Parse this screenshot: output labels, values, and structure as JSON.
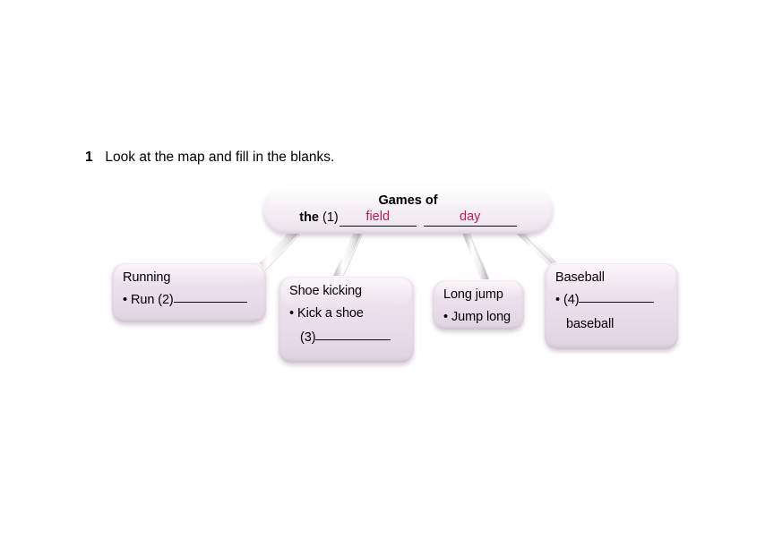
{
  "exercise": {
    "number": "1",
    "instruction": "Look at the map and fill in the blanks."
  },
  "diagram": {
    "type": "mind-map",
    "root": {
      "title": "Games of",
      "prefix": "the",
      "blank_number": "(1)",
      "answer_1": "field",
      "answer_2": "day"
    },
    "branches": [
      {
        "id": "running",
        "title": "Running",
        "line1_bullet": "•",
        "line1_text": "Run (2)",
        "line1_blank": "",
        "line2_text": ""
      },
      {
        "id": "shoe-kicking",
        "title": "Shoe kicking",
        "line1_bullet": "•",
        "line1_text": "Kick a shoe",
        "line2_number": "(3)",
        "line2_blank": ""
      },
      {
        "id": "long-jump",
        "title": "Long jump",
        "line1_bullet": "•",
        "line1_text": "Jump long"
      },
      {
        "id": "baseball",
        "title": "Baseball",
        "line1_bullet": "•",
        "line1_number": "(4)",
        "line1_blank": "",
        "line2_text": "baseball"
      }
    ]
  },
  "colors": {
    "answer_text": "#c2185b",
    "node_fill": "#e8dce8",
    "root_fill": "#f6f1f6",
    "connector": "#e4e0e4",
    "page_background": "#ffffff"
  }
}
